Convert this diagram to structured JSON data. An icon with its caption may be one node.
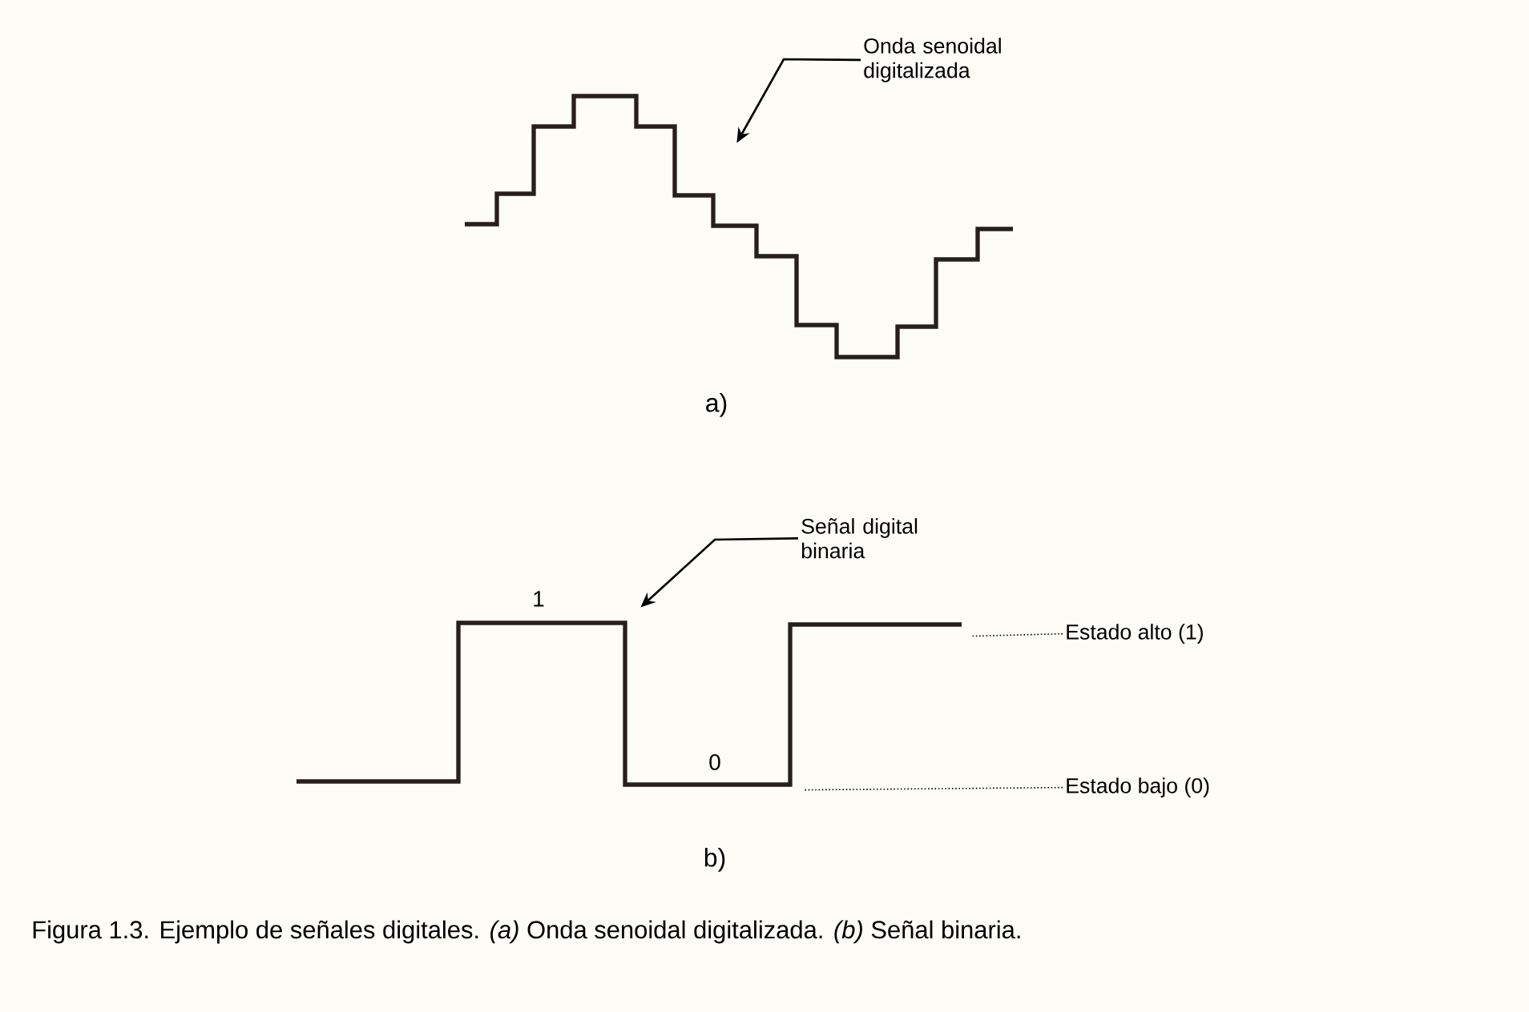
{
  "diagram": {
    "caption": "Figura 1.3. Ejemplo de señales digitales. *(a)* Onda senoidal digitalizada. *(b)* Señal binaria.",
    "nodes": [
      {
        "text": [
          "Onda senoidal digitalizada"
        ]
      },
      {
        "text": [
          "Señal digital binaria"
        ]
      },
      {
        "text": [
          "Estado alto (1)"
        ]
      },
      {
        "text": [
          "Estado bajo (0)"
        ]
      },
      {
        "text": [],
        "shape": "waveform"
      },
      {
        "text": [],
        "shape": "waveform"
      }
    ],
    "edges": [
      {
        "from": 0,
        "to": 4,
        "arrow": "to"
      },
      {
        "from": 1,
        "to": 5,
        "arrow": "to"
      },
      {
        "from": 2,
        "to": 5,
        "arrow": "none",
        "style": "dashed"
      },
      {
        "from": 3,
        "to": 5,
        "arrow": "none",
        "style": "dashed"
      }
    ],
    "labels": [
      "a)",
      "1",
      "0",
      "b)"
    ]
  }
}
